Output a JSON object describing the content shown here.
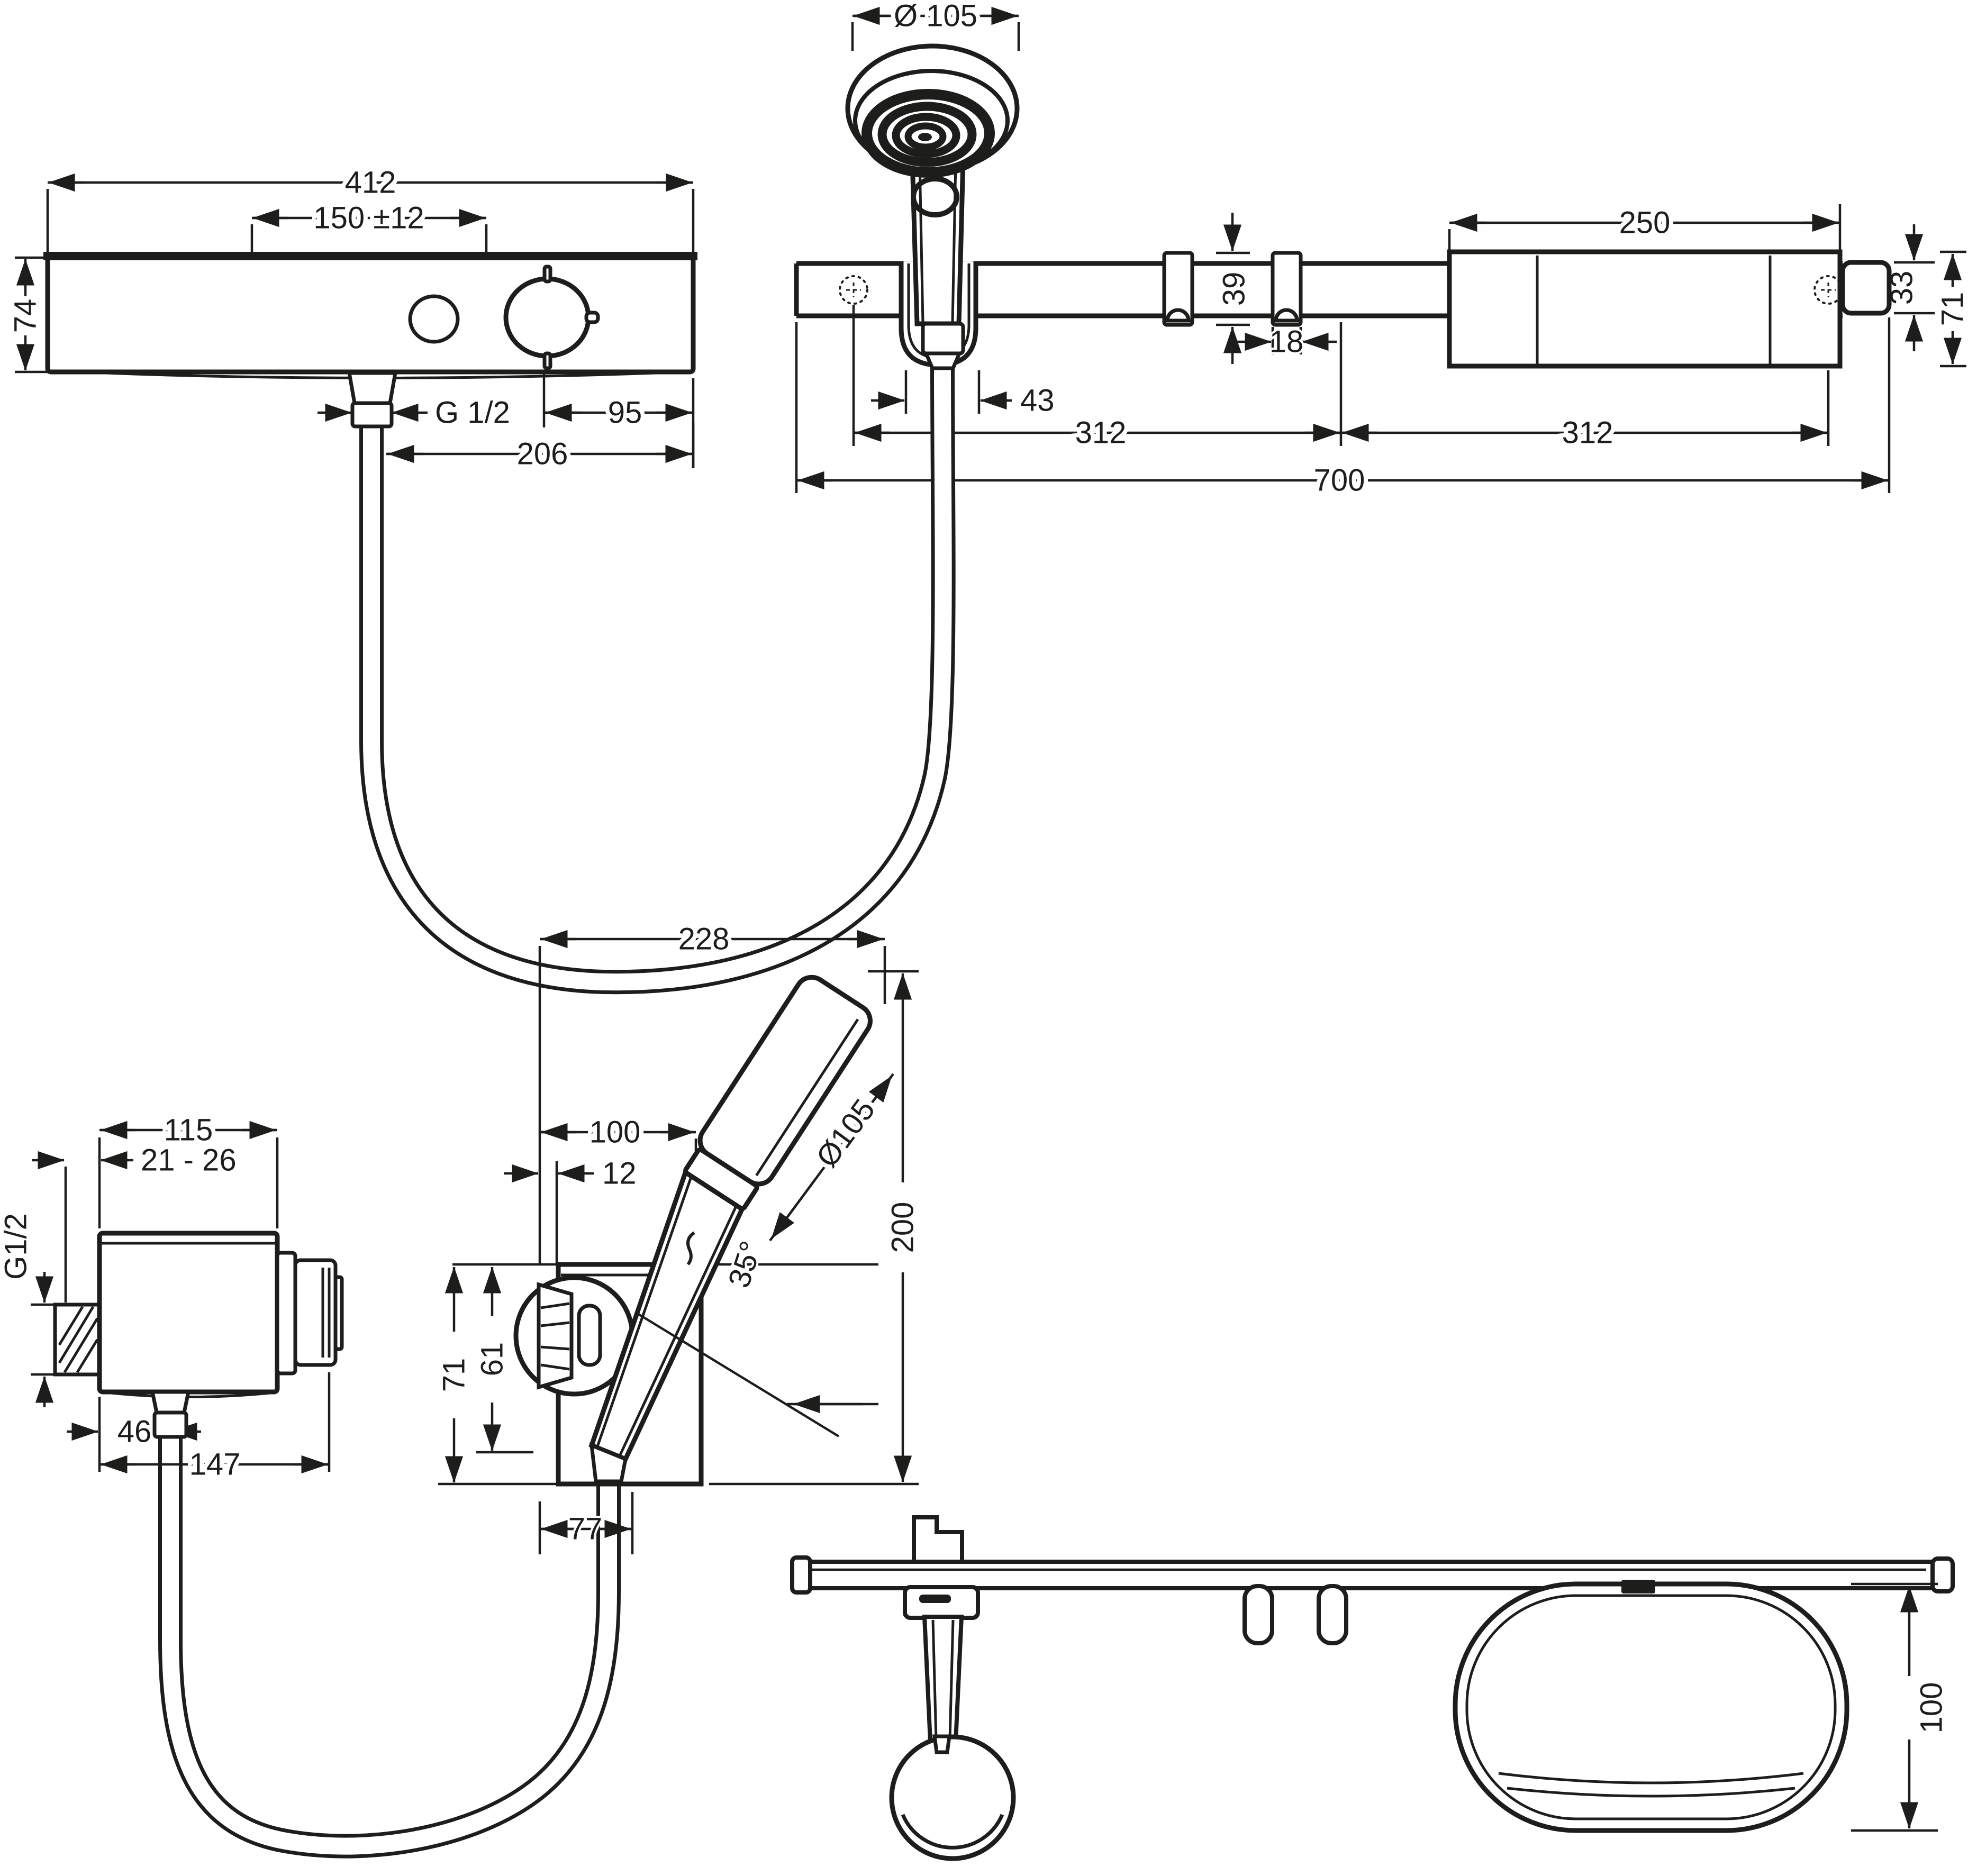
{
  "drawing": {
    "type": "technical-dimension-drawing",
    "product": "shower set with thermostat, wall bar, hand shower and shelf",
    "colors": {
      "line": "#1d1d1b",
      "background": "#ffffff"
    },
    "views": {
      "front": {
        "name": "thermostat front view",
        "overall_width": "412",
        "connection_spacing": "150 ±12",
        "body_height": "74",
        "thread": "G 1/2",
        "knob_offset": "95",
        "outlet_offset": "206"
      },
      "bar": {
        "name": "wall bar side view",
        "head_diameter": "Ø 105",
        "shelf_width": "250",
        "slider_height": "39",
        "slider_width": "18",
        "holder_width": "43",
        "left_span": "312",
        "right_span": "312",
        "total_length": "700",
        "bar_profile": "33",
        "shelf_height": "71"
      },
      "side": {
        "name": "thermostat side view",
        "body_depth": "115",
        "wall_gap": "21 - 26",
        "thread": "G1/2",
        "outlet_offset": "46",
        "total_depth": "147"
      },
      "holder": {
        "name": "hand shower in holder side view",
        "overall_width": "228",
        "reach": "100",
        "plate_thickness": "12",
        "head_diameter": "Ø105",
        "overall_height": "200",
        "holder_height": "71",
        "knob_height": "61",
        "angle": "35°",
        "hose_offset": "77"
      },
      "top": {
        "name": "wall bar top view",
        "shelf_depth": "100"
      }
    }
  }
}
